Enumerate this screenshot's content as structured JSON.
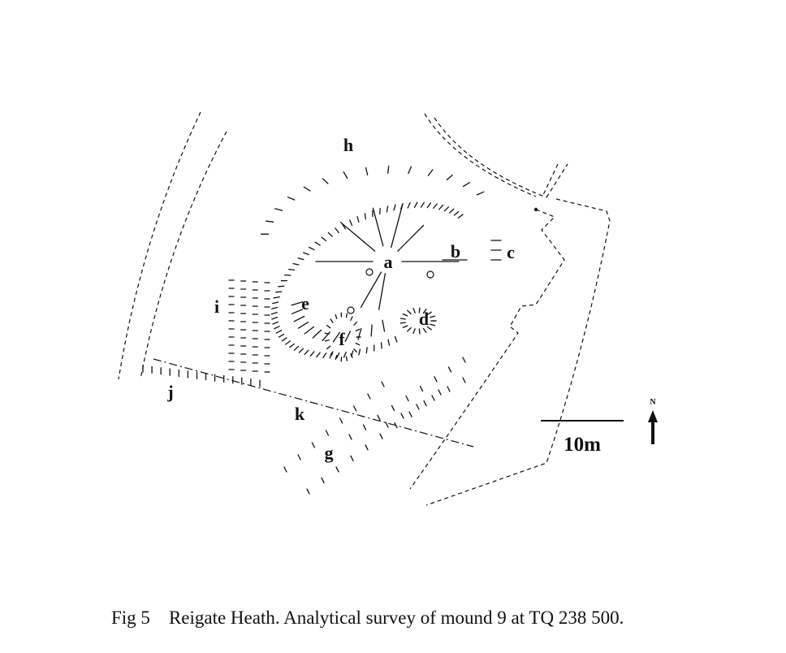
{
  "figure": {
    "labels": {
      "a": "a",
      "b": "b",
      "c": "c",
      "d": "d",
      "e": "e",
      "f": "f",
      "g": "g",
      "h": "h",
      "i": "i",
      "j": "j",
      "k": "k"
    },
    "scale_bar": "10m",
    "north": "N",
    "caption_number": "Fig 5",
    "caption_text": "Reigate Heath. Analytical survey of mound 9 at TQ 238 500."
  },
  "colors": {
    "ink": "#111111",
    "background": "#ffffff"
  }
}
